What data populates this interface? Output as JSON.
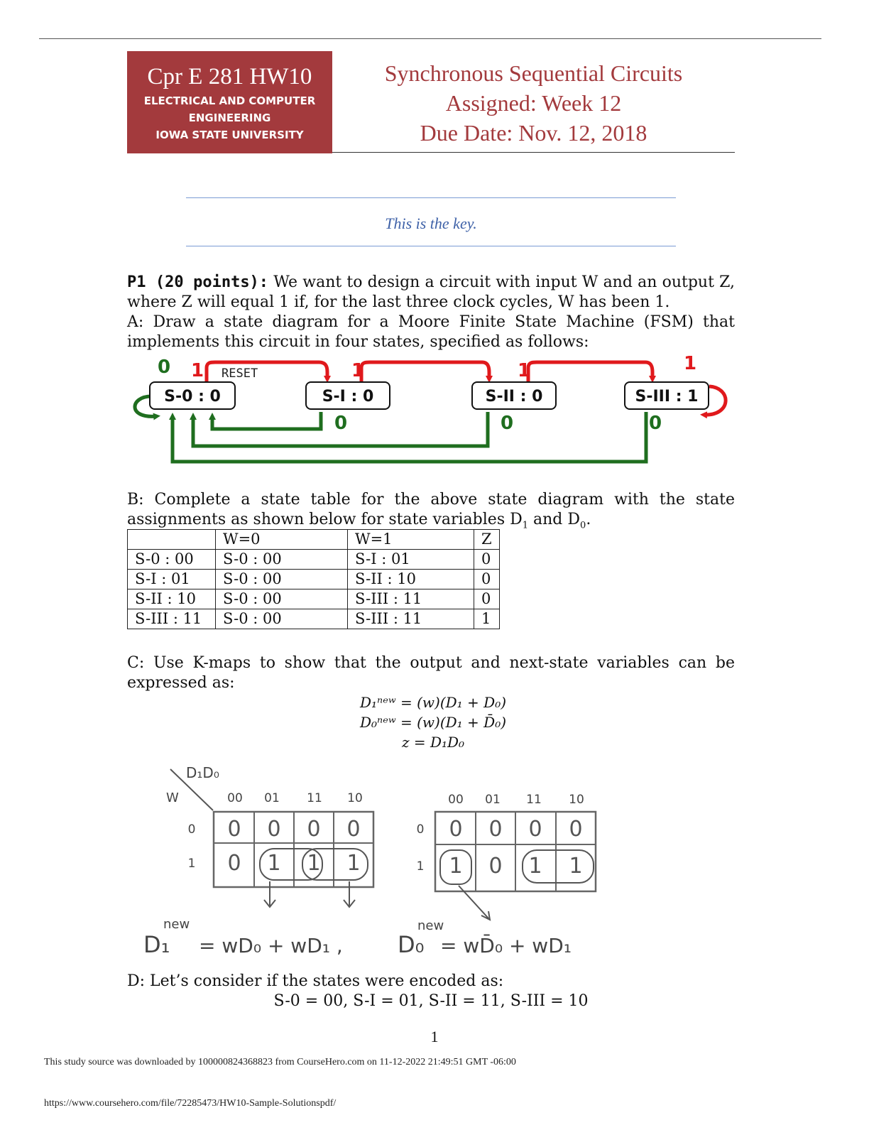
{
  "banner": {
    "course": "Cpr E 281 HW10",
    "dept1": "ELECTRICAL AND COMPUTER",
    "dept2": "ENGINEERING",
    "univ": "IOWA STATE UNIVERSITY"
  },
  "header": {
    "title": "Synchronous Sequential Circuits",
    "assigned": "Assigned: Week 12",
    "due": "Due Date: Nov. 12, 2018"
  },
  "key_note": "This is the key.",
  "p1": {
    "heading": "P1 (20 points):",
    "text": " We want to design a circuit with input W and an output Z, where Z will equal 1 if, for the last three clock cycles, W has been 1.",
    "part_a": "A: Draw a state diagram for a Moore Finite State Machine (FSM) that implements this circuit in four states, specified as follows:"
  },
  "diagram": {
    "states": [
      "S-0 : 0",
      "S-I : 0",
      "S-II : 0",
      "S-III : 1"
    ],
    "reset_label": "RESET",
    "input_one": "1",
    "input_zero": "0",
    "colors": {
      "one": "#e0191c",
      "zero": "#1f6e1f"
    }
  },
  "part_b": {
    "text_pre": "B: Complete a state table for the above state diagram with the state assignments as shown below for state variables D",
    "sub1": "1",
    "and": " and D",
    "sub0": "0",
    "end": "."
  },
  "state_table": {
    "headers": [
      "",
      "W=0",
      "W=1",
      "Z"
    ],
    "rows": [
      [
        "S-0 : 00",
        "S-0 : 00",
        "S-I : 01",
        "0"
      ],
      [
        "S-I : 01",
        "S-0 : 00",
        "S-II : 10",
        "0"
      ],
      [
        "S-II : 10",
        "S-0 : 00",
        "S-III : 11",
        "0"
      ],
      [
        "S-III : 11",
        "S-0 : 00",
        "S-III : 11",
        "1"
      ]
    ]
  },
  "part_c": {
    "text": "C: Use K-maps to show that the output and next-state variables can be expressed as:"
  },
  "equations": {
    "d1": "D₁ⁿᵉʷ = (w)(D₁ + D₀)",
    "d0": "D₀ⁿᵉʷ = (w)(D₁ + D̄₀)",
    "z": "z = D₁D₀"
  },
  "kmaps": {
    "corner_top": "D₁D₀",
    "corner_left": "W",
    "cols": [
      "00",
      "01",
      "11",
      "10"
    ],
    "rows": [
      "0",
      "1"
    ],
    "map1": [
      [
        "0",
        "0",
        "0",
        "0"
      ],
      [
        "0",
        "1",
        "1",
        "1"
      ]
    ],
    "map2": [
      [
        "0",
        "0",
        "0",
        "0"
      ],
      [
        "1",
        "0",
        "1",
        "1"
      ]
    ],
    "result1_lhs": "D₁",
    "result1_sup": "new",
    "result1_rhs": "= wD₀ + wD₁ ,",
    "result2_lhs": "D₀",
    "result2_sup": "new",
    "result2_rhs": "= wD̄₀ + wD₁"
  },
  "part_d": {
    "text": "D: Let’s consider if the states were encoded as:",
    "encoding": "S-0 = 00, S-I = 01, S-II = 11, S-III = 10"
  },
  "page_number": "1",
  "footer": {
    "source": "This study source was downloaded by 100000824368823 from CourseHero.com on 11-12-2022 21:49:51 GMT -06:00",
    "url": "https://www.coursehero.com/file/72285473/HW10-Sample-Solutionspdf/"
  }
}
